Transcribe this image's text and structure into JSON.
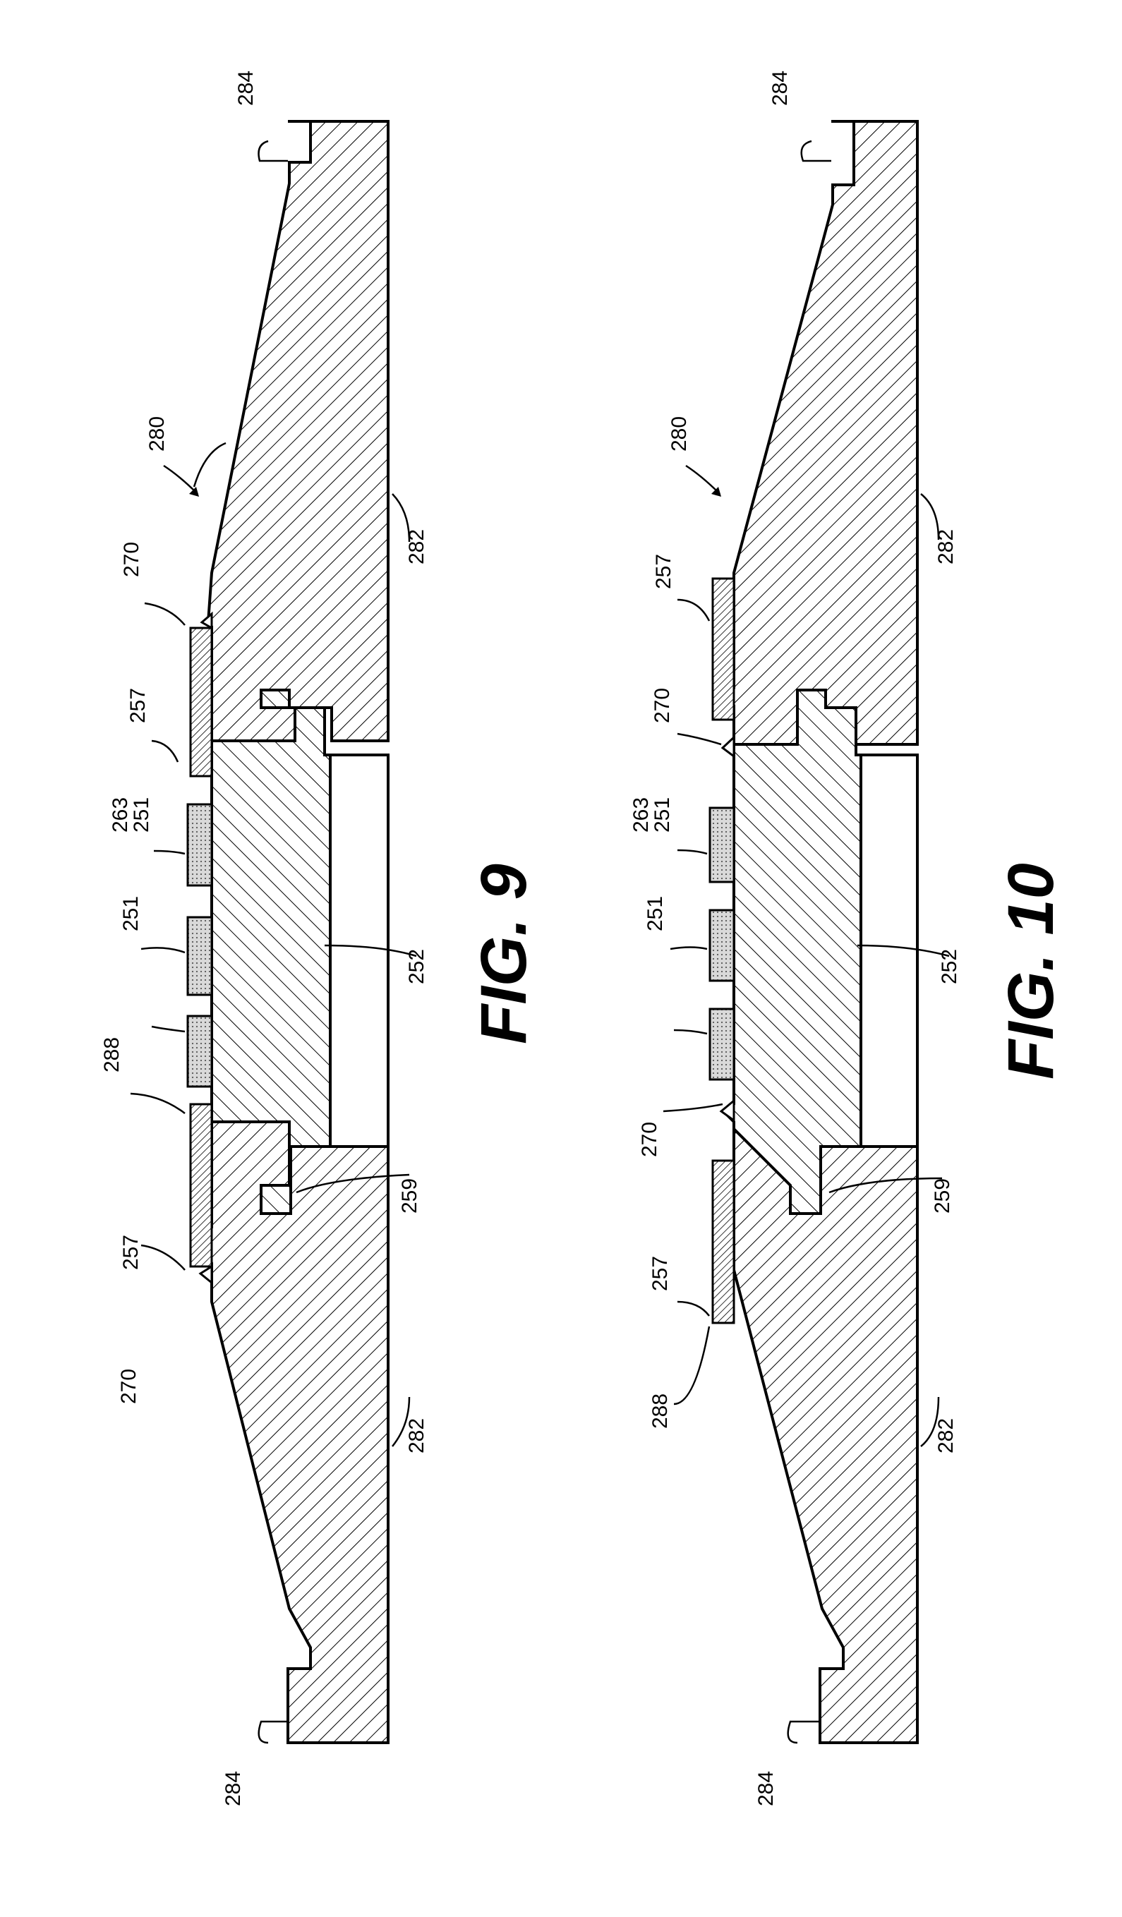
{
  "figures": [
    {
      "caption": "FIG. 9",
      "labels": [
        "284",
        "280",
        "270",
        "257",
        "263",
        "251",
        "251",
        "288",
        "257",
        "270",
        "282",
        "252",
        "259",
        "282",
        "284"
      ]
    },
    {
      "caption": "FIG. 10",
      "labels": [
        "284",
        "280",
        "257",
        "270",
        "263",
        "251",
        "251",
        "288",
        "257",
        "270",
        "282",
        "252",
        "259",
        "282",
        "284"
      ]
    }
  ],
  "colors": {
    "ink": "#000000",
    "paper": "#ffffff",
    "pad_fill": "#d9d9d9"
  }
}
